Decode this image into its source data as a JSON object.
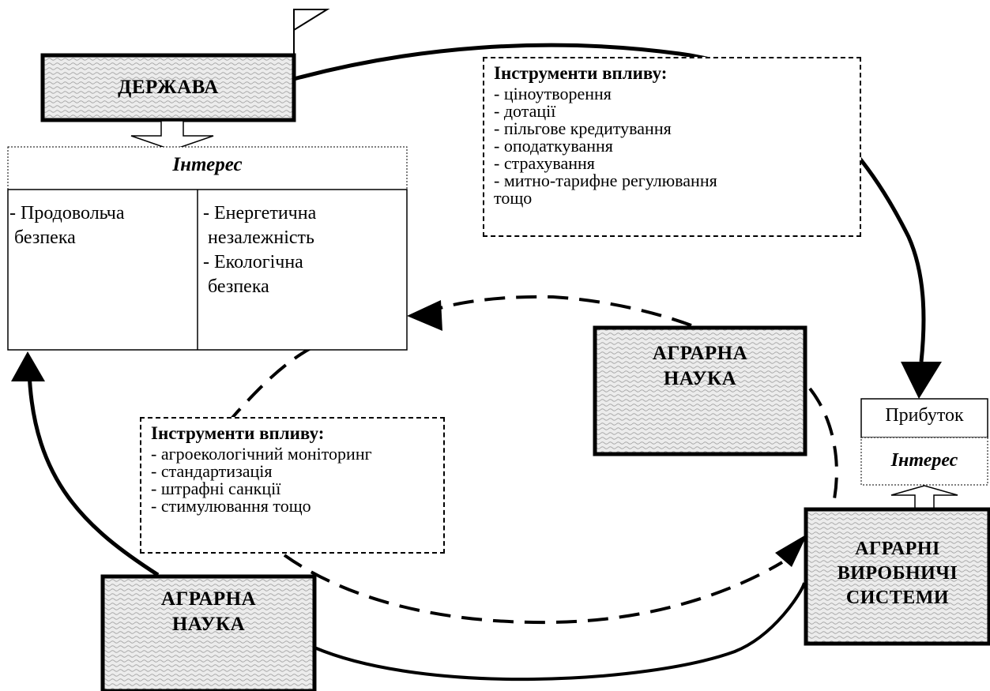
{
  "nodes": {
    "state": "ДЕРЖАВА",
    "science_top": [
      "АГРАРНА",
      "НАУКА"
    ],
    "science_bottom": [
      "АГРАРНА",
      "НАУКА"
    ],
    "production": [
      "АГРАРНІ",
      "ВИРОБНИЧІ",
      "СИСТЕМИ"
    ]
  },
  "state_interest": {
    "title": "Інтерес",
    "left": [
      "- Продовольча",
      " безпека"
    ],
    "right": [
      "- Енергетична",
      " незалежність",
      "- Екологічна",
      " безпека"
    ]
  },
  "production_interest": {
    "value": "Прибуток",
    "title": "Інтерес"
  },
  "tools_top": {
    "title": "Інструменти впливу:",
    "items": [
      "- ціноутворення",
      "- дотації",
      "- пільгове кредитування",
      "- оподаткування",
      "- страхування",
      "- митно-тарифне регулювання",
      "тощо"
    ]
  },
  "tools_bottom": {
    "title": "Інструменти впливу:",
    "items": [
      "- агроекологічний моніторинг",
      "- стандартизація",
      "- штрафні санкції",
      "- стимулювання тощо"
    ]
  }
}
